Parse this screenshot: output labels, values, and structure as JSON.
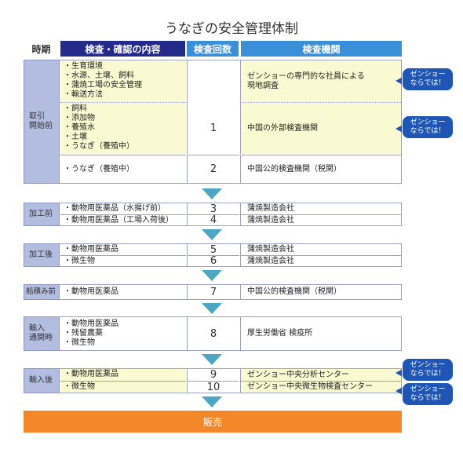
{
  "title": "うなぎの安全管理体制",
  "headers": {
    "period": "時期",
    "content": "検査・確認の内容",
    "number": "検査回数",
    "organization": "検査機関"
  },
  "stages": {
    "pre_trade": {
      "period": "取引\n開始前",
      "row1_items": [
        "生育環境",
        "水源、土壌、飼料",
        "蒲焼工場の安全管理",
        "輸送方法"
      ],
      "row1_org": "ゼンショーの専門的な社員による\n現地調査",
      "row2_items": [
        "飼料",
        "添加物",
        "養殖水",
        "土壌",
        "うなぎ（養殖中）"
      ],
      "row2_num": "1",
      "row2_org": "中国の外部検査機関",
      "row3_items": [
        "うなぎ（養殖中）"
      ],
      "row3_num": "2",
      "row3_org": "中国公的検査機関（税関）"
    },
    "pre_processing": {
      "period": "加工前",
      "rows": [
        {
          "item": "動物用医薬品（水揚げ前）",
          "num": "3",
          "org": "蒲焼製造会社"
        },
        {
          "item": "動物用医薬品（工場入荷後）",
          "num": "4",
          "org": "蒲焼製造会社"
        }
      ]
    },
    "post_processing": {
      "period": "加工後",
      "rows": [
        {
          "item": "動物用医薬品",
          "num": "5",
          "org": "蒲焼製造会社"
        },
        {
          "item": "微生物",
          "num": "6",
          "org": "蒲焼製造会社"
        }
      ]
    },
    "before_shipping": {
      "period": "船積み前",
      "item": "動物用医薬品",
      "num": "7",
      "org": "中国公的検査機関（税関）"
    },
    "import_clearance": {
      "period": "輸入\n通関時",
      "items": [
        "動物用医薬品",
        "残留農薬",
        "微生物"
      ],
      "num": "8",
      "org": "厚生労働省 検疫所"
    },
    "post_import": {
      "period": "輸入後",
      "rows": [
        {
          "item": "動物用医薬品",
          "num": "9",
          "org": "ゼンショー中央分析センター"
        },
        {
          "item": "微生物",
          "num": "10",
          "org": "ゼンショー中央微生物検査センター"
        }
      ]
    }
  },
  "sale": "販売",
  "callout_text": "ゼンショー\nならでは！",
  "colors": {
    "header_dark": "#242a8a",
    "header_blue": "#3a8fd8",
    "arrow": "#4da6c2",
    "sale": "#f3882a",
    "callout": "#1f56b5",
    "yellow": "#fafad2",
    "period": "#b3bde0"
  }
}
